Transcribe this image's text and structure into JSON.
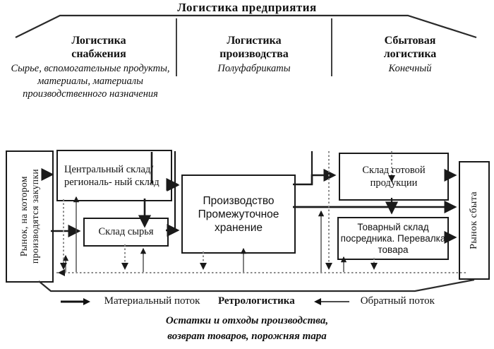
{
  "title": "Логистика предприятия",
  "columns": [
    {
      "heading_line1": "Логистика",
      "heading_line2": "снабжения",
      "subtitle": "Сырье, вспомогательные продукты, материалы, материалы производственного назначения"
    },
    {
      "heading_line1": "Логистика",
      "heading_line2": "производства",
      "subtitle": "Полуфабрикаты"
    },
    {
      "heading_line1": "Сбытовая",
      "heading_line2": "логистика",
      "subtitle": "Конечный"
    }
  ],
  "boxes": {
    "market_buy": "Рынок, на котором производятся закупки",
    "market_buy_l1": "Рынок,  на  котором",
    "market_buy_l2": "производятся закупки",
    "central_warehouse": "Центральный склад/региональ- ный склад",
    "raw_warehouse": "Склад сырья",
    "production": "Производство Промежуточное хранение",
    "finished_warehouse": "Склад готовой продукции",
    "mediator_warehouse": "Товарный склад посредника. Перевалка товара",
    "market_sell": "Рынок сбыта"
  },
  "legend": {
    "material_flow": "Материальный поток",
    "retrologistics": "Ретрологистика",
    "reverse_flow": "Обратный поток",
    "note_line1": "Остатки и отходы производства,",
    "note_line2": "возврат товаров, порожняя тара"
  },
  "colors": {
    "line": "#1a1a1a",
    "dotted": "#7d7d7d",
    "bracket": "#2a2a2a"
  }
}
